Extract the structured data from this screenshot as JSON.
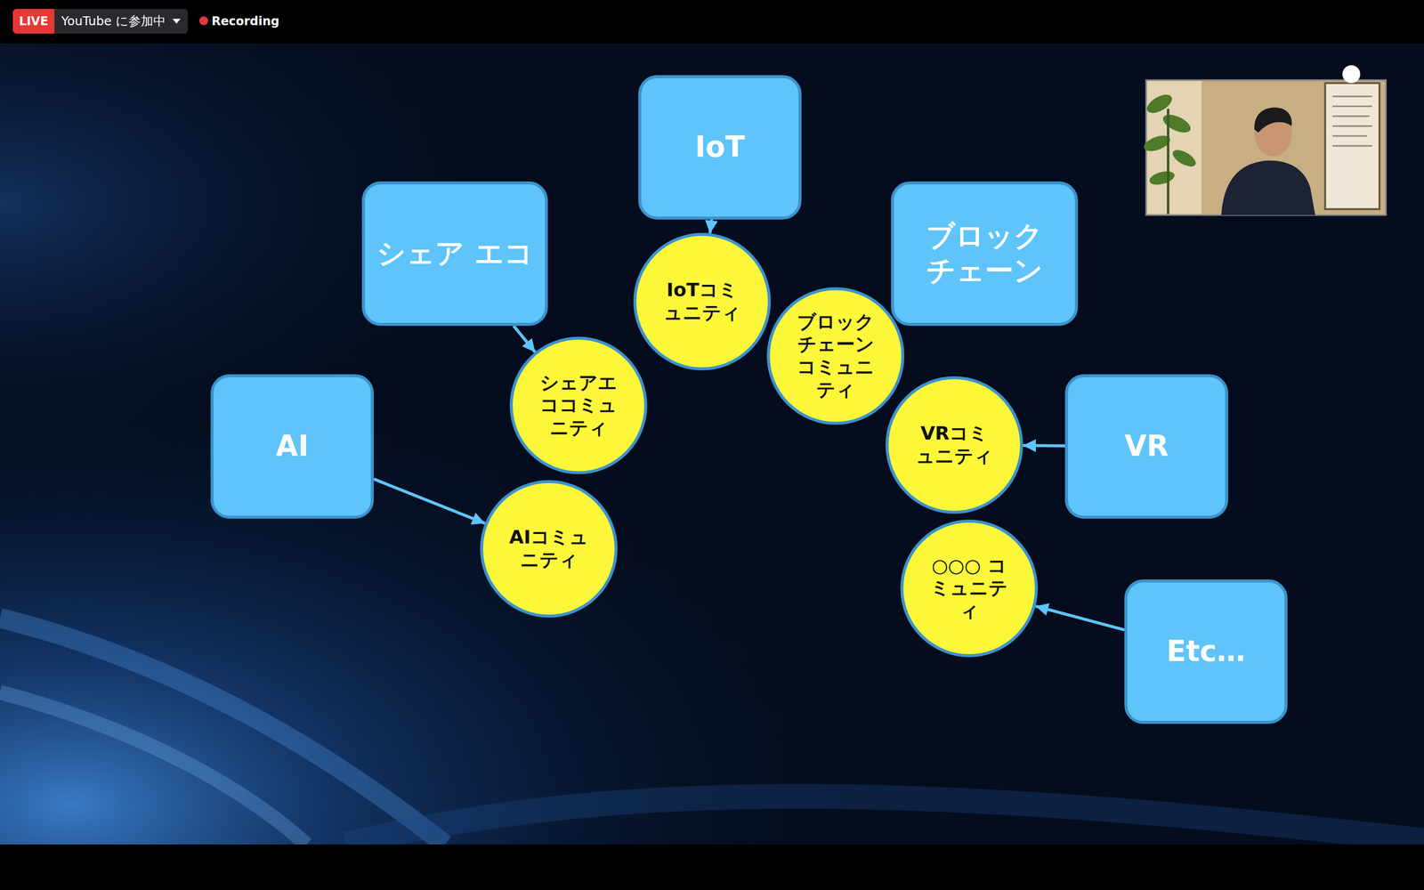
{
  "diagram": {
    "nodes": [
      {
        "text": [
          "IoT"
        ]
      },
      {
        "text": [
          "シェア エコ"
        ]
      },
      {
        "text": [
          "ブロック チェーン"
        ]
      },
      {
        "text": [
          "AI"
        ]
      },
      {
        "text": [
          "VR"
        ]
      },
      {
        "text": [
          "Etc…"
        ]
      },
      {
        "text": [
          "IoTコミュニティ"
        ]
      },
      {
        "text": [
          "シェアエココミュニティ"
        ]
      },
      {
        "text": [
          "ブロックチェーンコミュニティ"
        ]
      },
      {
        "text": [
          "AIコミュニティ"
        ]
      },
      {
        "text": [
          "VRコミュニティ"
        ]
      },
      {
        "text": [
          "○○○ コミュニティ"
        ]
      }
    ],
    "edges": [
      {
        "from": 0,
        "to": 6,
        "arrow": "to"
      },
      {
        "from": 1,
        "to": 7,
        "arrow": "to"
      },
      {
        "from": 2,
        "to": 8,
        "arrow": "to"
      },
      {
        "from": 3,
        "to": 9,
        "arrow": "to"
      },
      {
        "from": 4,
        "to": 10,
        "arrow": "to"
      },
      {
        "from": 5,
        "to": 11,
        "arrow": "to"
      }
    ],
    "labels": [
      "LIVE",
      "YouTube に参加中",
      "Recording"
    ]
  }
}
